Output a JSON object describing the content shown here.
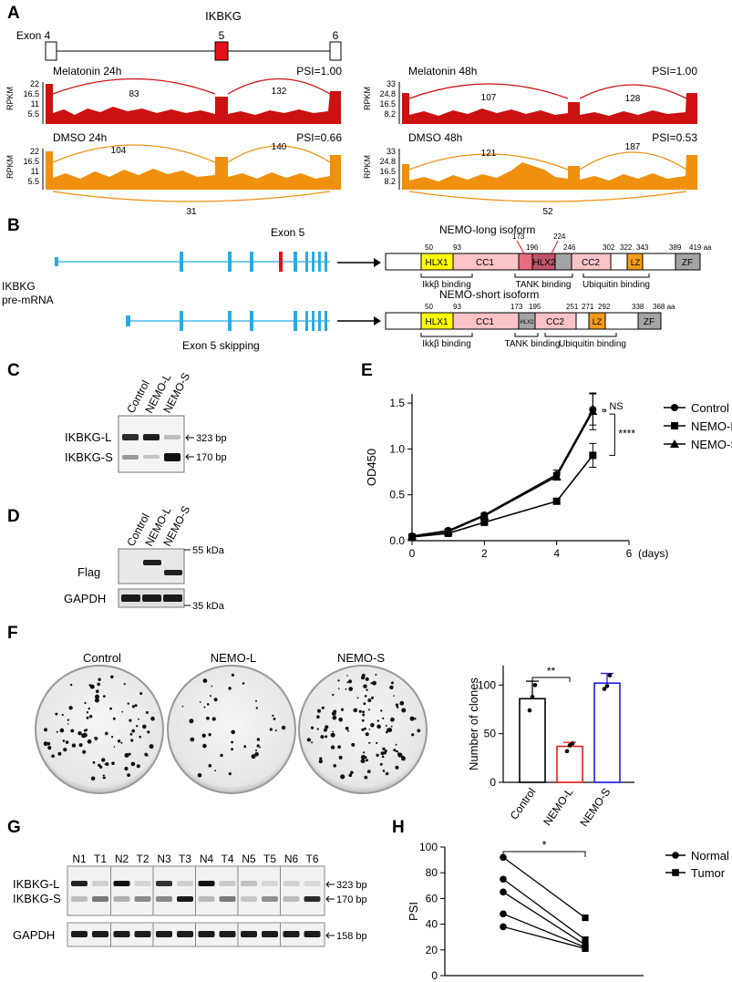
{
  "panels": {
    "A": "A",
    "B": "B",
    "C": "C",
    "D": "D",
    "E": "E",
    "F": "F",
    "G": "G",
    "H": "H"
  },
  "panelA": {
    "gene": "IKBKG",
    "exons": [
      "Exon 4",
      "5",
      "6"
    ],
    "tracks": [
      {
        "label": "Melatonin 24h",
        "psi": "PSI=1.00",
        "ylabel": "RPKM",
        "ticks": [
          "22",
          "16.5",
          "11",
          "5.5"
        ],
        "junctions": [
          "83",
          "132"
        ],
        "skip": "",
        "color": "#cc1111"
      },
      {
        "label": "Melatonin 48h",
        "psi": "PSI=1.00",
        "ylabel": "RPKM",
        "ticks": [
          "33",
          "24.8",
          "16.5",
          "8.2"
        ],
        "junctions": [
          "107",
          "128"
        ],
        "skip": "",
        "color": "#cc1111"
      },
      {
        "label": "DMSO 24h",
        "psi": "PSI=0.66",
        "ylabel": "RPKM",
        "ticks": [
          "22",
          "16.5",
          "11",
          "5.5"
        ],
        "junctions": [
          "104",
          "140"
        ],
        "skip": "31",
        "color": "#f0900f"
      },
      {
        "label": "DMSO 48h",
        "psi": "PSI=0.53",
        "ylabel": "RPKM",
        "ticks": [
          "33",
          "24.8",
          "16.5",
          "8.2"
        ],
        "junctions": [
          "121",
          "187"
        ],
        "skip": "52",
        "color": "#f0900f"
      }
    ]
  },
  "panelB": {
    "exon5": "Exon 5",
    "pre": [
      "IKBKG",
      "pre-mRNA"
    ],
    "skipping": "Exon 5 skipping",
    "long": {
      "title": "NEMO-long isoform",
      "nums": [
        "50",
        "93",
        "173",
        "196",
        "224",
        "246",
        "302",
        "322",
        "343",
        "389",
        "419 aa"
      ],
      "domains": [
        "HLX1",
        "CC1",
        "HLX2",
        "CC2",
        "LZ",
        "ZF"
      ],
      "bind": [
        "Ikkβ binding",
        "TANK binding",
        "Ubiquitin binding"
      ]
    },
    "short": {
      "title": "NEMO-short isoform",
      "nums": [
        "50",
        "93",
        "173",
        "195",
        "251",
        "271",
        "292",
        "338",
        "368 aa"
      ],
      "domains": [
        "HLX1",
        "CC1",
        "HLX2",
        "CC2",
        "LZ",
        "ZF"
      ],
      "bind": [
        "Ikkβ binding",
        "TANK binding",
        "Ubiquitin binding"
      ]
    }
  },
  "panelC": {
    "lanes": [
      "Control",
      "NEMO-L",
      "NEMO-S"
    ],
    "rows": [
      "IKBKG-L",
      "IKBKG-S"
    ],
    "sizes": [
      "323 bp",
      "170 bp"
    ]
  },
  "panelD": {
    "lanes": [
      "Control",
      "NEMO-L",
      "NEMO-S"
    ],
    "rows": [
      "Flag",
      "GAPDH"
    ],
    "sizes": [
      "55 kDa",
      "35 kDa"
    ]
  },
  "panelF": {
    "plates": [
      "Control",
      "NEMO-L",
      "NEMO-S"
    ],
    "sig": "**"
  },
  "panelG": {
    "lanes": [
      "N1",
      "T1",
      "N2",
      "T2",
      "N3",
      "T3",
      "N4",
      "T4",
      "N5",
      "T5",
      "N6",
      "T6"
    ],
    "rows": [
      "IKBKG-L",
      "IKBKG-S",
      "GAPDH"
    ],
    "sizes": [
      "323 bp",
      "170 bp",
      "158 bp"
    ]
  },
  "chart_data": [
    {
      "type": "line",
      "panel": "E",
      "ylabel": "OD450",
      "xlabel": "(days)",
      "x": [
        0,
        1,
        2,
        4,
        5
      ],
      "xlim": [
        0,
        6
      ],
      "ylim": [
        0,
        1.6
      ],
      "xticks": [
        "0",
        "2",
        "4",
        "6"
      ],
      "yticks": [
        "0.0",
        "0.5",
        "1.0",
        "1.5"
      ],
      "series": [
        {
          "name": "Control",
          "marker": "circle",
          "values": [
            0.05,
            0.11,
            0.28,
            0.72,
            1.43
          ],
          "err": [
            0.01,
            0.02,
            0.02,
            0.05,
            0.17
          ]
        },
        {
          "name": "NEMO-L",
          "marker": "square",
          "values": [
            0.04,
            0.08,
            0.2,
            0.43,
            0.93
          ],
          "err": [
            0.01,
            0.01,
            0.02,
            0.03,
            0.13
          ]
        },
        {
          "name": "NEMO-S",
          "marker": "triangle",
          "values": [
            0.05,
            0.1,
            0.27,
            0.7,
            1.41
          ],
          "err": [
            0.01,
            0.02,
            0.02,
            0.04,
            0.2
          ]
        }
      ],
      "annotations": [
        "NS",
        "****"
      ]
    },
    {
      "type": "bar",
      "panel": "F",
      "ylabel": "Number of clones",
      "categories": [
        "Control",
        "NEMO-L",
        "NEMO-S"
      ],
      "values": [
        86,
        37,
        102
      ],
      "err": [
        18,
        4,
        10
      ],
      "points": [
        [
          74,
          88,
          100
        ],
        [
          32,
          38,
          40
        ],
        [
          96,
          99,
          110
        ]
      ],
      "colors": [
        "#000000",
        "#ee1c1c",
        "#1a1aee"
      ],
      "ylim": [
        0,
        120
      ],
      "yticks": [
        "0",
        "50",
        "100"
      ]
    },
    {
      "type": "line",
      "panel": "H",
      "ylabel": "PSI",
      "categories": [
        "Normal",
        "Tumor"
      ],
      "ylim": [
        0,
        100
      ],
      "yticks": [
        "0",
        "20",
        "40",
        "60",
        "80",
        "100"
      ],
      "series": [
        {
          "name": "Normal",
          "marker": "circle",
          "values": [
            92,
            75,
            65,
            48,
            38
          ]
        },
        {
          "name": "Tumor",
          "marker": "square",
          "values": [
            45,
            28,
            24,
            22,
            21
          ]
        }
      ],
      "sig": "*"
    }
  ]
}
